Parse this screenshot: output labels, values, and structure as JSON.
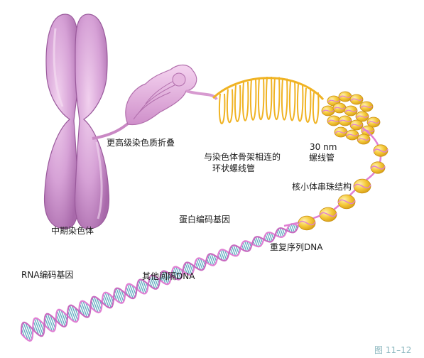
{
  "labels": {
    "metaphase_chromosome": "中期染色体",
    "higher_folding": "更高级染色质折叠",
    "loop_domains_line1": "与染色体骨架相连的",
    "loop_domains_line2": "环状螺线管",
    "solenoid_line1": "30 nm",
    "solenoid_line2": "螺线管",
    "nucleosome_string": "核小体串珠结构",
    "repeat_dna": "重复序列DNA",
    "protein_gene": "蛋白编码基因",
    "rna_gene": "RNA编码基因",
    "other_spacer_dna": "其他间隔DNA"
  },
  "figure_number": "图 11–12",
  "colors": {
    "chromosome": "#d9a6d8",
    "chromosome_dark": "#a765a9",
    "fiber": "#e7b7e0",
    "loops": "#f0b323",
    "nucleosome": "#f3c73b",
    "dna_backbone": "#e07fd3",
    "dna_rungs": "#4aa0b8",
    "figure_label": "#8bb7bf"
  }
}
